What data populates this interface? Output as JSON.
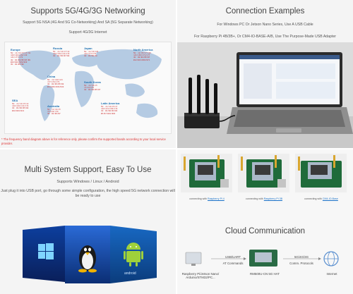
{
  "networking": {
    "title": "Supports 5G/4G/3G Networking",
    "sub1": "Support 5G NSA (4G And 5G Co-Networking) And SA (5G Separate Networking)",
    "sub2": "Support 4G/3G Internet",
    "regions": [
      "Europe",
      "Russia",
      "Japan",
      "North America",
      "China",
      "South Korea",
      "SEA",
      "Australia",
      "Latin America"
    ],
    "disclaimer": "* The frequency band diagram above is for reference only, please confirm the supported bands according to your local service provider."
  },
  "connection": {
    "title": "Connection Examples",
    "sub1": "For Windows PC Or Jetson Nano Series, Use A USB Cable",
    "sub2": "For Raspberry Pi 4B/3B+, Or CM4-IO-BASE-A/B, Use The Purpose-Made USB Adapter"
  },
  "multisystem": {
    "title": "Multi System Support, Easy To Use",
    "sub1": "Supports Windows / Linux / Android",
    "sub2": "Just plug it into USB port, go through some simple configuration, the high speed 5G network connection will be ready to use",
    "os_label": "android"
  },
  "boards": {
    "captions": [
      {
        "prefix": "connecting with ",
        "link": "Raspberry Pi 4"
      },
      {
        "prefix": "connecting with ",
        "link": "Raspberry Pi 3B"
      },
      {
        "prefix": "connecting with ",
        "link": "CM4-IO-Base"
      }
    ]
  },
  "cloud": {
    "title": "Cloud Communication",
    "left_label": "Raspberry Pi/Jetson Nano/ Arduino/STM32/PC...",
    "usb_label": "USB/UART",
    "at_label": "AT Commands",
    "hat_label": "RM500U-CN 5G HAT",
    "net_label": "5G/4G/3G",
    "proto_label": "Comm. Protocols",
    "internet_label": "Internet"
  },
  "colors": {
    "accent_blue": "#1a72c9",
    "warn_red": "#d33333",
    "region_blue": "#1d6fb0"
  }
}
